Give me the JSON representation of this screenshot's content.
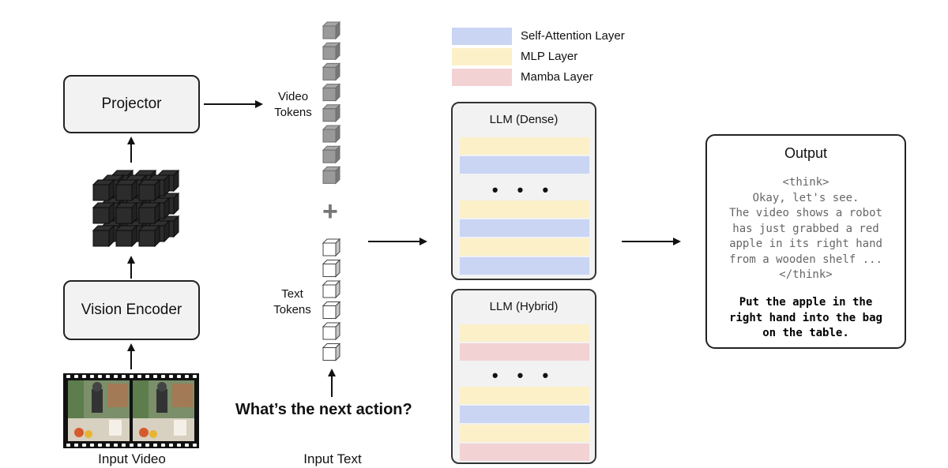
{
  "legend": [
    {
      "label": "Self-Attention Layer",
      "color": "#c9d5f3"
    },
    {
      "label": "MLP Layer",
      "color": "#fbf0c8"
    },
    {
      "label": "Mamba Layer",
      "color": "#f3d2d4"
    }
  ],
  "blocks": {
    "projector": "Projector",
    "vision_encoder": "Vision Encoder"
  },
  "labels": {
    "video_tokens": [
      "Video",
      "Tokens"
    ],
    "text_tokens": [
      "Text",
      "Tokens"
    ],
    "plus": "+",
    "input_video": "Input Video",
    "input_text": "Input Text",
    "question": "What’s the next action?"
  },
  "llm_dense": {
    "title": "LLM (Dense)",
    "ellipsis": "• • •",
    "layers_top": [
      "mlp",
      "attn"
    ],
    "layers_bottom": [
      "mlp",
      "attn",
      "mlp",
      "attn"
    ]
  },
  "llm_hybrid": {
    "title": "LLM (Hybrid)",
    "ellipsis": "• • •",
    "layers_top": [
      "mlp",
      "mamba"
    ],
    "layers_bottom": [
      "mlp",
      "attn",
      "mlp",
      "mamba"
    ]
  },
  "output": {
    "title": "Output",
    "reasoning": [
      "<think>",
      "Okay, let's see.",
      "The video shows a robot",
      "has just grabbed a red",
      "apple in its right hand",
      "from a wooden shelf ...",
      "</think>"
    ],
    "answer": [
      "Put the apple in the",
      "right hand into the bag",
      "on the table."
    ]
  },
  "colors": {
    "attn": "#c9d5f3",
    "mlp": "#fbf0c8",
    "mamba": "#f3d2d4",
    "video_token": "#9a9a9a",
    "text_token": "#ffffff"
  }
}
